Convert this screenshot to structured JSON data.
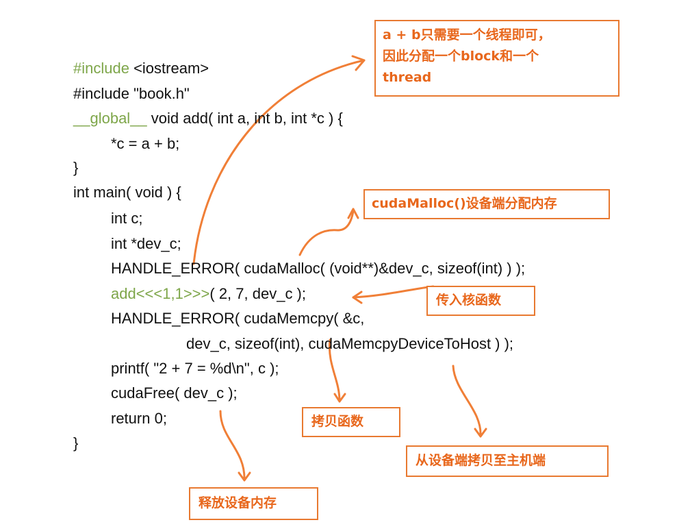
{
  "code": {
    "include1_kw": "#include",
    "include1_rest": " <iostream>",
    "include2": "#include \"book.h\"",
    "func_qualifier": "__global__",
    "func_sig_rest": " void add( int a, int b, int *c ) {",
    "func_body": "*c = a + b;",
    "func_close": "}",
    "main_sig": "int main( void ) {",
    "decl_c": "int c;",
    "decl_dev_c": "int *dev_c;",
    "malloc_call": "HANDLE_ERROR( cudaMalloc( (void**)&dev_c, sizeof(int) ) );",
    "kernel_call": "add<<<1,1>>>",
    "kernel_args": "( 2, 7, dev_c );",
    "memcpy_line1": "HANDLE_ERROR( cudaMemcpy( &c,",
    "memcpy_line2": "dev_c, sizeof(int), cudaMemcpyDeviceToHost ) );",
    "printf_call": "printf( \"2 + 7 = %d\\n\", c );",
    "free_call": "cudaFree( dev_c );",
    "return_stmt": "return 0;",
    "main_close": "}"
  },
  "annotations": {
    "launch_config": [
      "a + b只需要一个线程即可，",
      "因此分配一个block和一个",
      "thread"
    ],
    "malloc_note": "cudaMalloc()设备端分配内存",
    "kernel_note": "传入核函数",
    "copy_note": "拷贝函数",
    "direction_note": "从设备端拷贝至主机端",
    "free_note": "释放设备内存"
  },
  "colors": {
    "keyword_green": "#7ea64a",
    "annotation_orange": "#e8671c",
    "arrow_orange": "#f07f37"
  }
}
